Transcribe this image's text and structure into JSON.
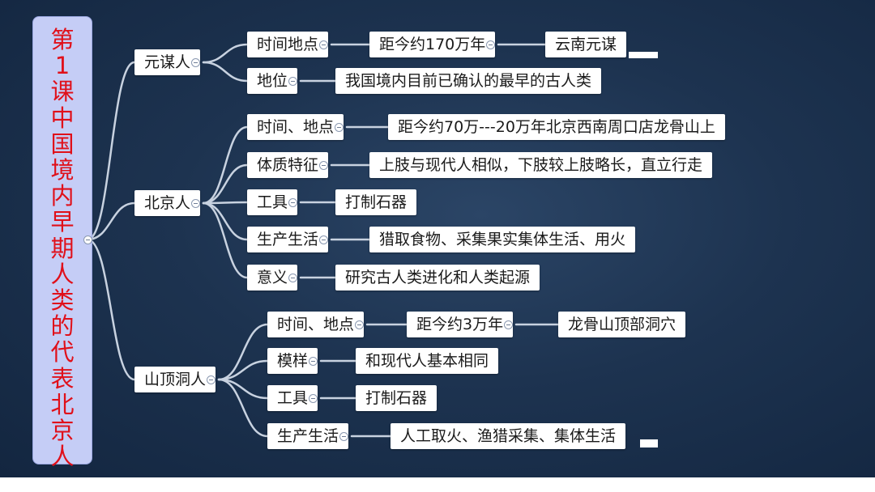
{
  "root": {
    "title": "第\n1\n课\n中\n国\n境\n内\n早\n期\n人\n类\n的\n代\n表\n北\n京\n人"
  },
  "branches": [
    {
      "label": "元谋人",
      "items": [
        {
          "key": "时间地点",
          "values": [
            "距今约170万年",
            "云南元谋"
          ]
        },
        {
          "key": "地位",
          "values": [
            "我国境内目前已确认的最早的古人类"
          ]
        }
      ]
    },
    {
      "label": "北京人",
      "items": [
        {
          "key": "时间、地点",
          "values": [
            "距今约70万---20万年北京西南周口店龙骨山上"
          ]
        },
        {
          "key": "体质特征",
          "values": [
            "上肢与现代人相似，下肢较上肢略长，直立行走"
          ]
        },
        {
          "key": "工具",
          "values": [
            "打制石器"
          ]
        },
        {
          "key": "生产生活",
          "values": [
            "猎取食物、采集果实集体生活、用火"
          ]
        },
        {
          "key": "意义",
          "values": [
            "研究古人类进化和人类起源"
          ]
        }
      ]
    },
    {
      "label": "山顶洞人",
      "items": [
        {
          "key": "时间、地点",
          "values": [
            "距今约3万年",
            "龙骨山顶部洞穴"
          ]
        },
        {
          "key": "模样",
          "values": [
            "和现代人基本相同"
          ]
        },
        {
          "key": "工具",
          "values": [
            "打制石器"
          ]
        },
        {
          "key": "生产生活",
          "values": [
            "人工取火、渔猎采集、集体生活"
          ]
        }
      ]
    }
  ],
  "colors": {
    "root_fill": "#c5cdf6",
    "root_text": "#e0101a",
    "connector": "#c8d2e0",
    "node_fill": "#ffffff"
  }
}
